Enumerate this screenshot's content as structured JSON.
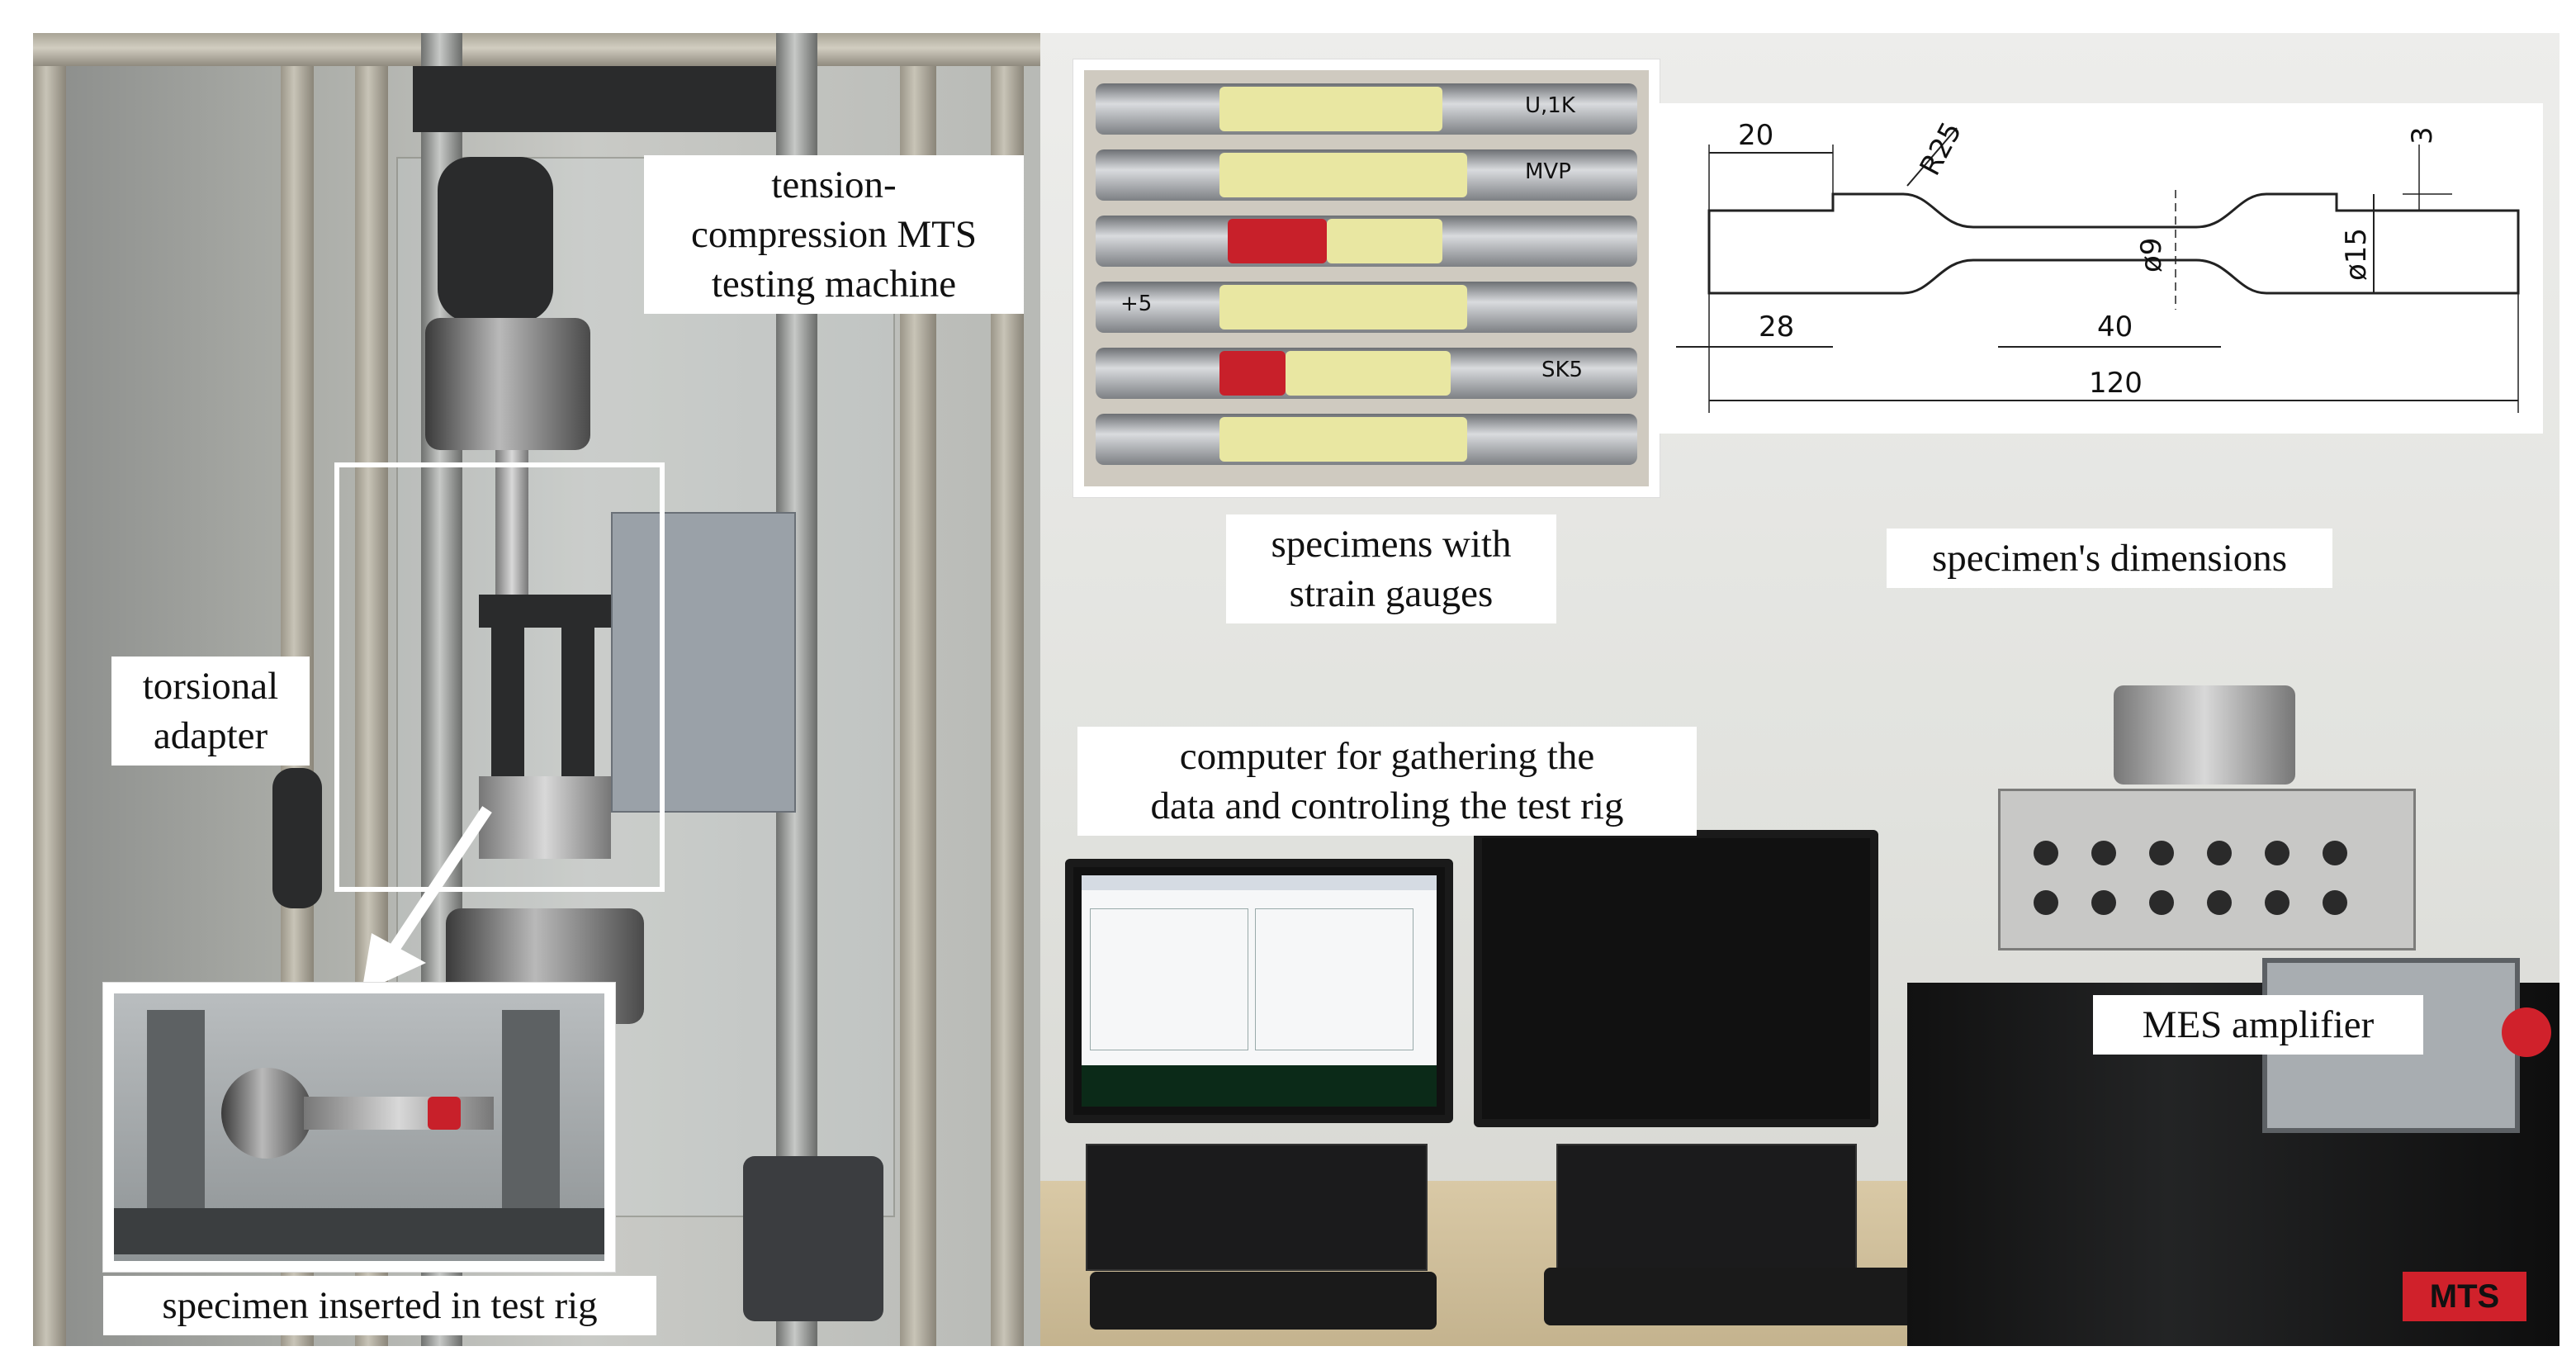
{
  "labels": {
    "tension_compression": "tension-\ncompression MTS\ntesting machine",
    "torsional_adapter": "torsional\nadapter",
    "specimen_inserted": "specimen inserted in test rig",
    "specimens_with_gauges": "specimens with\nstrain gauges",
    "specimen_dimensions": "specimen's dimensions",
    "computer": "computer for gathering the\ndata and controling the test rig",
    "mes_amplifier": "MES amplifier"
  },
  "specimen_marks": [
    "U,1K",
    "MVP",
    "+5",
    "SK5"
  ],
  "drawing_dimensions": {
    "grip_step": "20",
    "radius": "R25",
    "step_depth": "3",
    "gauge_diameter": "ø9",
    "grip_diameter": "ø15",
    "grip_length": "28",
    "gauge_length": "40",
    "total_length": "120"
  },
  "brand_marks": {
    "cabinet_logo": "MTS"
  },
  "colors": {
    "label_bg": "#ffffff",
    "highlight": "#ffffff",
    "logo_red": "#d0212b"
  }
}
